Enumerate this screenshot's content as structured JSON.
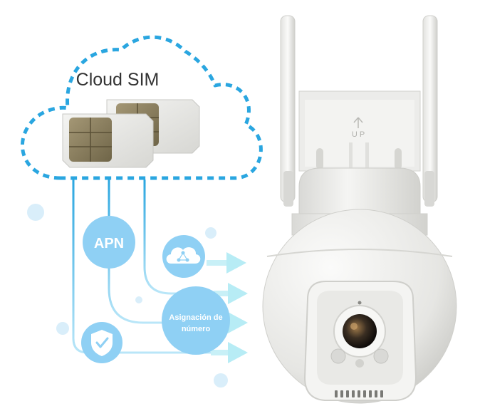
{
  "cloud": {
    "label": "Cloud SIM"
  },
  "badges": {
    "apn": "APN",
    "numero_line1": "Asignación de",
    "numero_line2": "número"
  },
  "camera": {
    "mount_label": "U P"
  },
  "icons": {
    "cloud": "cloud-network-icon",
    "shield": "shield-check-icon",
    "arrow": "arrow-right-icon"
  },
  "colors": {
    "accent": "#2aa6e0",
    "badge": "#8fd0f4",
    "badge_light": "#c9e9fb",
    "arrow": "#b7ecf5",
    "camera_body": "#e8e8e6",
    "sim_gold": "#8a7e62"
  }
}
